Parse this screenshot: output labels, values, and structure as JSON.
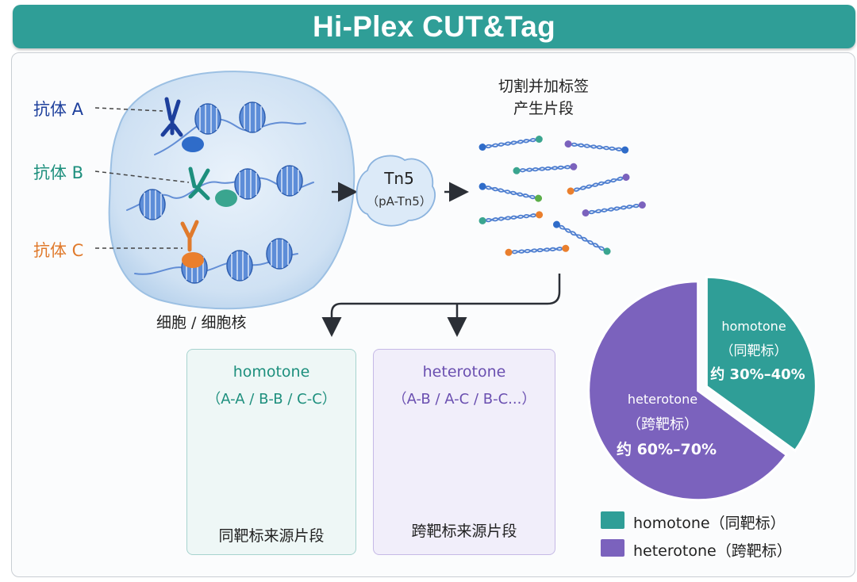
{
  "title": "Hi-Plex CUT&Tag",
  "cell": {
    "antibody_a": "抗体 A",
    "antibody_b": "抗体 B",
    "antibody_c": "抗体 C",
    "caption": "细胞 / 细胞核"
  },
  "enzyme": {
    "name": "Tn5",
    "sub": "（pA-Tn5）"
  },
  "fragments_caption": {
    "line1": "切割并加标签",
    "line2": "产生片段"
  },
  "homotone_box": {
    "title": "homotone",
    "pairs": "（A-A / B-B / C-C）",
    "caption": "同靶标来源片段"
  },
  "heterotone_box": {
    "title": "heterotone",
    "pairs": "（A-B / A-C / B-C...）",
    "caption": "跨靶标来源片段"
  },
  "colors": {
    "teal": "#2f9e97",
    "purple": "#7b62bd",
    "antibody_a": "#1d3f9c",
    "antibody_b": "#1d8f7d",
    "antibody_c": "#e07a2c",
    "nucleosome": "#4f7fd0"
  },
  "chart_data": {
    "type": "pie",
    "slices": [
      {
        "name": "homotone",
        "label_line2": "（同靶标）",
        "label_line3": "约 30%–40%",
        "value": 35,
        "color": "#2f9e97"
      },
      {
        "name": "heterotone",
        "label_line2": "（跨靶标）",
        "label_line3": "约 60%–70%",
        "value": 65,
        "color": "#7b62bd"
      }
    ],
    "legend": [
      {
        "label": "homotone（同靶标）",
        "color": "#2f9e97"
      },
      {
        "label": "heterotone（跨靶标）",
        "color": "#7b62bd"
      }
    ],
    "legend_position": "bottom"
  }
}
